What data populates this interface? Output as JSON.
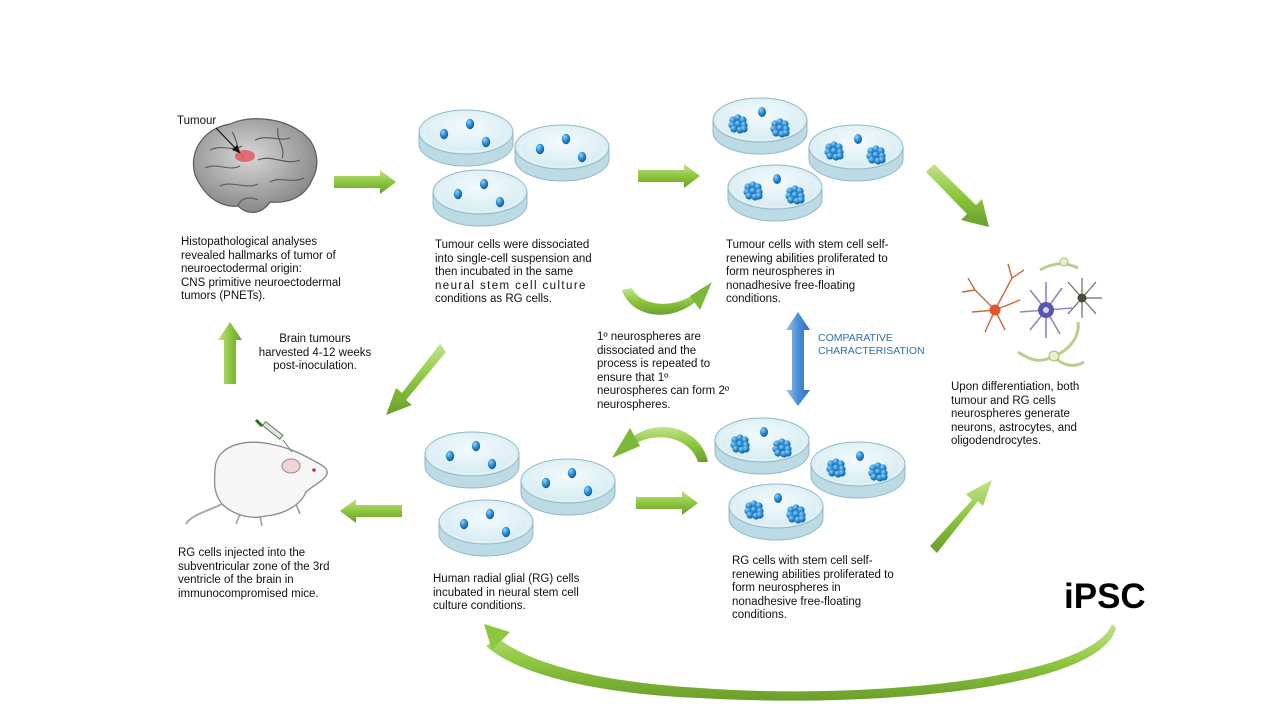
{
  "labels": {
    "tumour": "Tumour",
    "ipsc": "iPSC",
    "comparative": [
      "COMPARATIVE",
      "CHARACTERISATION"
    ]
  },
  "captions": {
    "histopathology": [
      "Histopathological analyses",
      "revealed hallmarks of tumor of",
      "neuroectodermal origin:",
      "CNS primitive neuroectodermal",
      "tumors (PNETs)."
    ],
    "tumour_dissociated": [
      "Tumour cells were dissociated",
      "into single-cell suspension and",
      "then incubated in the same",
      "neural stem cell culture",
      "conditions as RG cells."
    ],
    "tumour_neurospheres": [
      "Tumour cells with stem cell self-",
      "renewing abilities proliferated to",
      "form neurospheres in",
      "nonadhesive free-floating",
      "conditions."
    ],
    "brain_harvest": [
      "Brain tumours",
      "harvested 4-12 weeks",
      "post-inoculation."
    ],
    "neurosphere_passage": [
      "1º neurospheres are",
      "dissociated and the",
      "process is repeated to",
      "ensure that 1º",
      "neurospheres can form 2º",
      "neurospheres."
    ],
    "differentiation": [
      "Upon differentiation, both",
      "tumour and RG cells",
      "neurospheres generate",
      "neurons, astrocytes, and",
      "oligodendrocytes."
    ],
    "rg_injected": [
      "RG cells injected into the",
      "subventricular zone of the 3rd",
      "ventricle of the brain in",
      "immunocompromised mice."
    ],
    "rg_incubated": [
      "Human radial glial (RG) cells",
      "incubated in neural stem cell",
      "culture conditions."
    ],
    "rg_neurospheres": [
      "RG cells with stem cell self-",
      "renewing abilities proliferated to",
      "form neurospheres in",
      "nonadhesive free-floating",
      "conditions."
    ]
  },
  "colors": {
    "arrow_green": "#8dc63f",
    "arrow_green_dark": "#6a9e2a",
    "dish_blue": "#cfe8ef",
    "cell_blue": "#1f7fc0",
    "arrow_blue": "#4a90d9",
    "text_blue": "#2e6fb0"
  }
}
